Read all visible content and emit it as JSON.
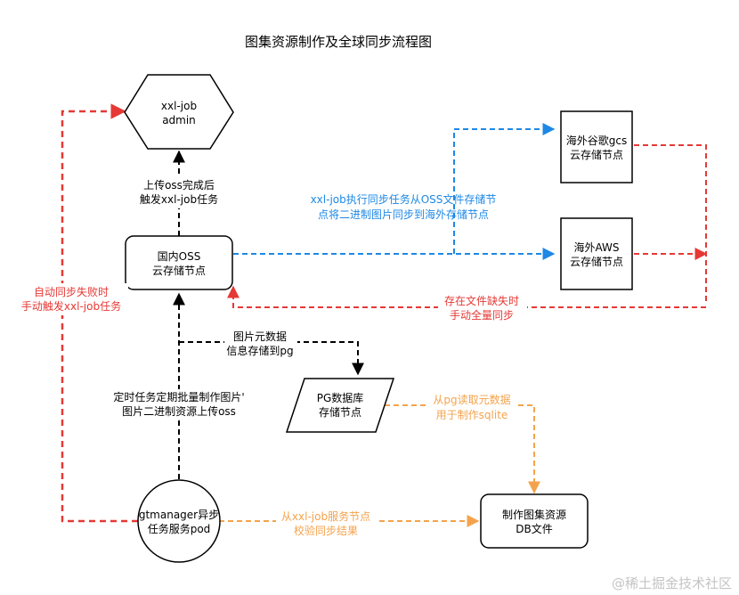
{
  "title": "图集资源制作及全球同步流程图",
  "nodes": {
    "xxl_job_admin": [
      "xxl-job",
      "admin"
    ],
    "domestic_oss": [
      "国内OSS",
      "云存储节点"
    ],
    "overseas_gcs": [
      "海外谷歌gcs",
      "云存储节点"
    ],
    "overseas_aws": [
      "海外AWS",
      "云存储节点"
    ],
    "pg_db": [
      "PG数据库",
      "存储节点"
    ],
    "gtmanager": [
      "gtmanager异步",
      "任务服务pod"
    ],
    "db_file": [
      "制作图集资源",
      "DB文件"
    ]
  },
  "labels": {
    "upload_trigger": [
      "上传oss完成后",
      "触发xxl-job任务"
    ],
    "sync_task": [
      "xxl-job执行同步任务从OSS文件存储节",
      "点将二进制图片同步到海外存储节点"
    ],
    "auto_fail": [
      "自动同步失败时",
      "手动触发xxl-job任务"
    ],
    "missing_file": [
      "存在文件缺失时",
      "手动全量同步"
    ],
    "meta_to_pg": [
      "图片元数据",
      "信息存储到pg"
    ],
    "scheduled": [
      "定时任务定期批量制作图片'",
      "图片二进制资源上传oss"
    ],
    "read_pg": [
      "从pg读取元数据",
      "用于制作sqlite"
    ],
    "verify": [
      "从xxl-job服务节点",
      "校验同步结果"
    ]
  },
  "watermark": "@稀土掘金技术社区",
  "colors": {
    "black": "#000000",
    "red": "#e53935",
    "blue": "#1e88e5",
    "orange": "#f4a34c"
  }
}
